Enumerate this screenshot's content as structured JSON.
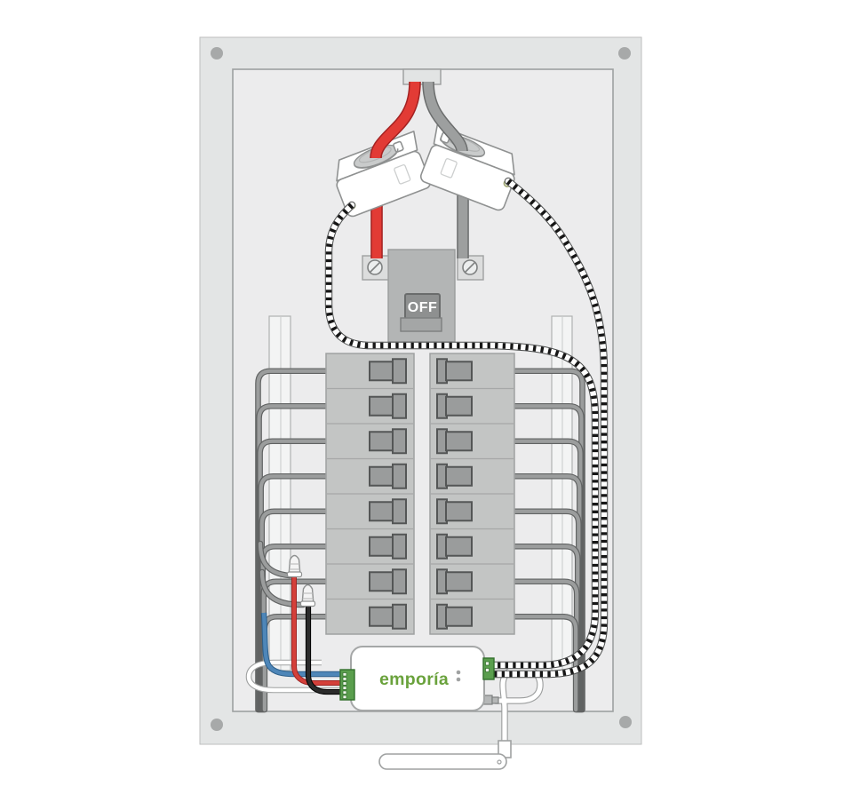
{
  "diagram": {
    "description_texts": {},
    "main_breaker": {
      "label": "OFF"
    },
    "device": {
      "brand": "emporía",
      "left_terminal_holes": 6,
      "right_terminal_holes": 2
    },
    "breakers": {
      "rows_per_column": 8,
      "columns": 2
    },
    "wire_nuts": 2,
    "ct_clamps": 2,
    "colors": {
      "emporia_green": "#6aa23c",
      "terminal_green": "#5a9e4d",
      "wire_red": "#e23b35",
      "wire_gray": "#9d9f9f",
      "wire_blue": "#4e86b8",
      "wire_black": "#2b2b2b",
      "panel_gray": "#e3e5e5",
      "inner_panel_gray": "#ececed"
    }
  }
}
